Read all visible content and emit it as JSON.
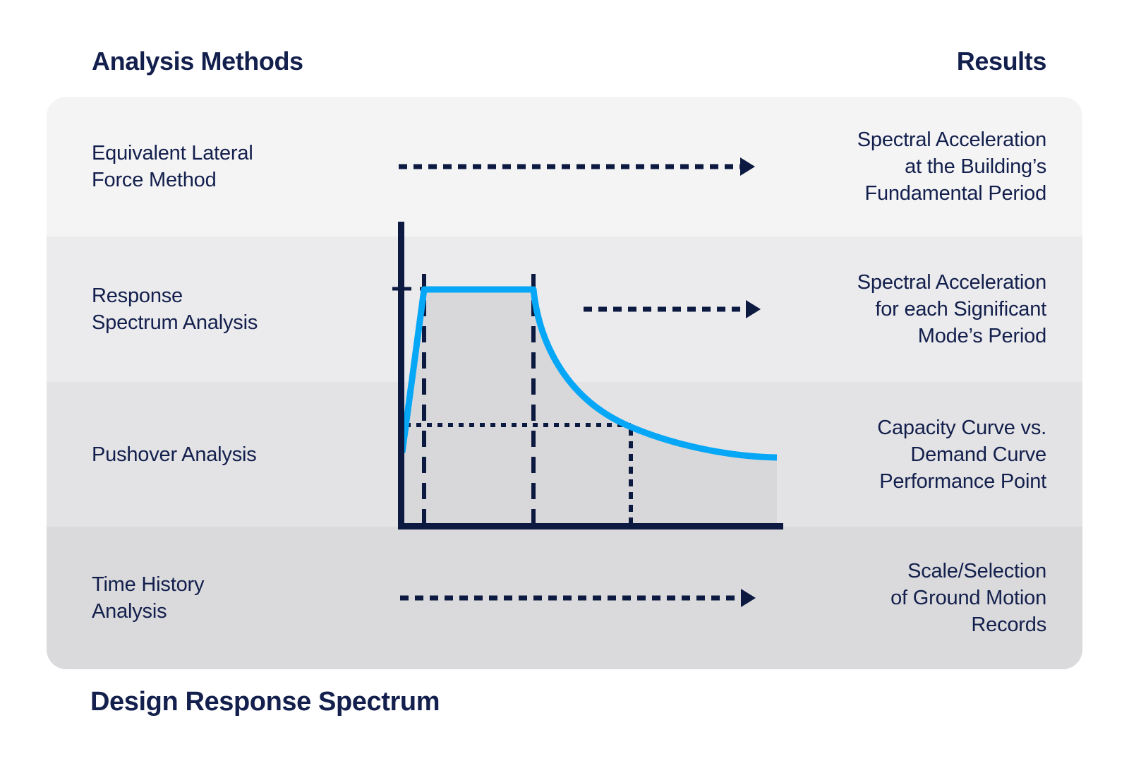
{
  "colors": {
    "page-bg": "#ffffff",
    "navy": "#131f4c",
    "ink": "#0c1940",
    "blue": "#06a7f6",
    "row1-bg": "#f4f4f5",
    "row2-bg": "#ebebed",
    "row3-bg": "#e3e3e5",
    "row4-bg": "#dadadc",
    "curve-fill": "#d8d8da"
  },
  "headers": {
    "left": "Analysis Methods",
    "right": "Results"
  },
  "rows": [
    {
      "method_lines": [
        "Equivalent Lateral",
        "Force Method"
      ],
      "result_lines": [
        "Spectral Acceleration",
        "at the Building’s",
        "Fundamental Period"
      ],
      "arrow": true
    },
    {
      "method_lines": [
        "Response",
        "Spectrum Analysis"
      ],
      "result_lines": [
        "Spectral Acceleration",
        "for each Significant",
        "Mode’s Period"
      ],
      "arrow": true
    },
    {
      "method_lines": [
        "Pushover Analysis"
      ],
      "result_lines": [
        "Capacity Curve vs.",
        "Demand Curve",
        "Performance Point"
      ],
      "arrow": false
    },
    {
      "method_lines": [
        "Time History",
        "Analysis"
      ],
      "result_lines": [
        "Scale/Selection",
        "of Ground Motion",
        "Records"
      ],
      "arrow": true
    }
  ],
  "chart": {
    "type": "line-diagram",
    "caption": "Design Response Spectrum",
    "description": "Spectral acceleration versus period: linear rise to a flat plateau bounded by two dashed period lines, then a hyperbolic decay; dotted reference lines mark a spectral value on the descending branch. No numeric axis labels are shown."
  }
}
